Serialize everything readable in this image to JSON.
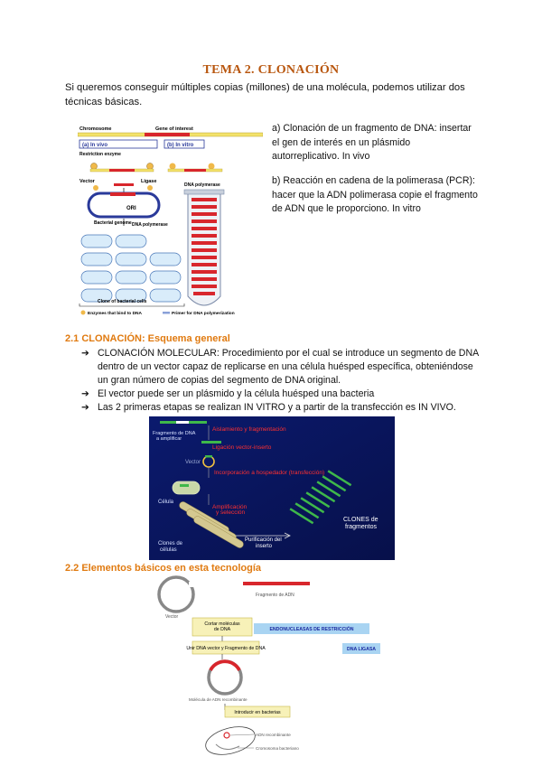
{
  "title": "TEMA 2. CLONACIÓN",
  "intro": "Si queremos conseguir múltiples copias (millones) de una molécula, podemos utilizar dos técnicas básicas.",
  "figure1": {
    "chromosome": "Chromosome",
    "gene_of_interest": "Gene of interest",
    "in_vivo": "(a) In vivo",
    "in_vitro": "(b) In vitro",
    "restriction_enzyme": "Restriction enzyme",
    "vector": "Vector",
    "ligase": "Ligase",
    "dna_polymerase_top": "DNA polymerase",
    "ori": "ORI",
    "bacterial_genome": "Bacterial genome",
    "dna_polymerase": "DNA polymerase",
    "clone_label": "Clone of bacterial cells",
    "legend_enzymes": "Enzymes that bind to DNA",
    "legend_primer": "Primer for DNA polymerization"
  },
  "right_text": {
    "a": "a)    Clonación de un fragmento de DNA: insertar el gen de interés en un plásmido autorreplicativo. In vivo",
    "b": "b)   Reacción en cadena de la polimerasa (PCR): hacer que la ADN polimerasa copie el fragmento de ADN que le proporciono. In vitro"
  },
  "section21": {
    "heading": "2.1 CLONACIÓN: Esquema general",
    "arrow": "➔",
    "bullets": [
      "CLONACIÓN MOLECULAR: Procedimiento por el cual se introduce un segmento de DNA dentro de un vector capaz de replicarse en una célula huésped específica, obteniéndose un gran número de copias del segmento de DNA original.",
      "El vector puede ser un plásmido y la célula huésped una bacteria",
      "Las 2 primeras etapas se realizan IN VITRO y a partir de la transfección es IN VIVO."
    ]
  },
  "figure2": {
    "fragment": "Fragmento de DNA a amplificar",
    "step1": "Aislamiento y fragmentación",
    "step2": "Ligación vector-inserto",
    "vector": "Vector",
    "step3": "Incorporación a hospedador (transfección)",
    "cell": "Célula",
    "step4": "Amplificación y selección",
    "clones_cells": "Clones de células",
    "purification": "Purificación del inserto",
    "clones_fragments": "CLONES de fragmentos"
  },
  "section22": {
    "heading": "2.2 Elementos básicos en esta tecnología"
  },
  "figure3": {
    "vector": "Vector",
    "fragment": "Fragmento de ADN",
    "cut": "Cortar moléculas de DNA",
    "endonucleases": "ENDONUCLEASAS DE RESTRICCIÓN",
    "join": "Unir DNA vector y Fragmento de DNA",
    "ligase": "DNA LIGASA",
    "recombinant": "Molécula de ADN recombinante",
    "introduce": "Introducir en bacterias",
    "adn_recombinante": "ADN recombinante",
    "chromosome": "Cromosoma bacteriano"
  },
  "colors": {
    "title": "#b8560e",
    "heading": "#e07a10",
    "red": "#d8262c",
    "yellow": "#f3e26a",
    "light_blue": "#a9d4f2",
    "navy": "#0b1a6e"
  }
}
